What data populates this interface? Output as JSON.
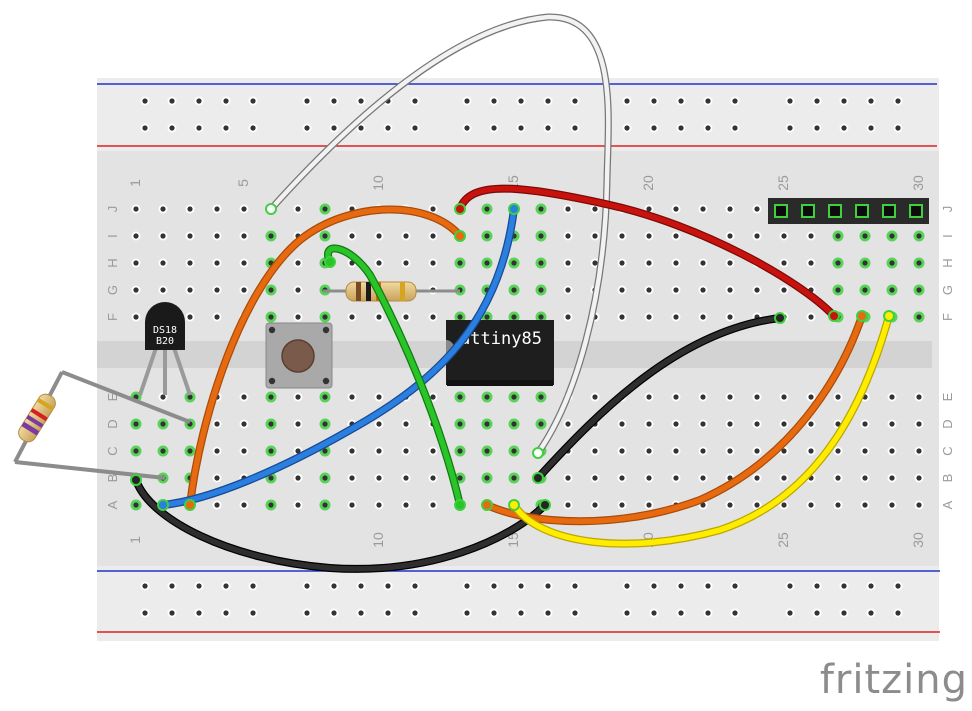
{
  "diagram": {
    "top_col_numbers": [
      "1",
      "5",
      "10",
      "15",
      "20",
      "25",
      "30"
    ],
    "bottom_col_numbers": [
      "1",
      "10",
      "15",
      "20",
      "25",
      "30"
    ],
    "row_letters_upper": [
      "J",
      "I",
      "H",
      "G",
      "F"
    ],
    "row_letters_lower": [
      "E",
      "D",
      "C",
      "B",
      "A"
    ],
    "ic_label": "attiny85",
    "sensor_label_line1": "DS18",
    "sensor_label_line2": "B20",
    "header_pin_count": 6,
    "logo_text": "fritzing"
  },
  "colors": {
    "board": "#e3e3e3",
    "rail_blue": "#2233cc",
    "rail_red": "#dd2222",
    "hole_active": "#3fd03f",
    "wire_white": "#f2f2f2",
    "wire_orange": "#e86a10",
    "wire_red": "#c8120e",
    "wire_blue": "#2b7fe0",
    "wire_green": "#28c428",
    "wire_black": "#262626",
    "wire_yellow": "#ffec00",
    "logo": "#8c8c8c"
  }
}
